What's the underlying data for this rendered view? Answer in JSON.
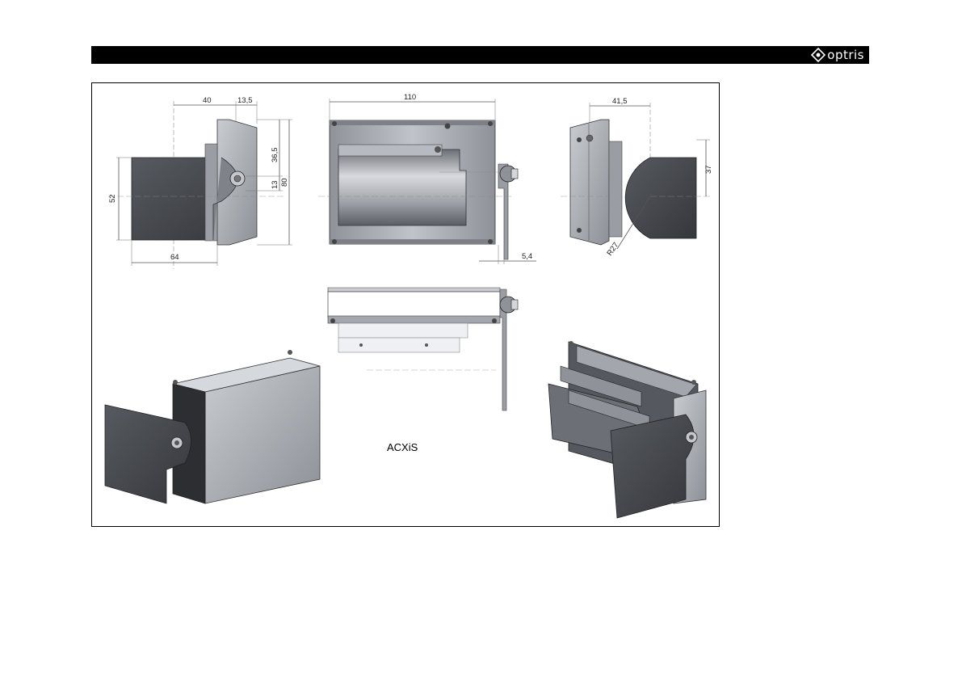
{
  "header": {
    "logo_text": "optris",
    "bar_color": "#000000"
  },
  "drawing": {
    "model_label": "ACXiS",
    "dimensions": {
      "side_width": "40",
      "side_offset": "13,5",
      "side_h1": "36,5",
      "side_h2": "13",
      "side_total_h": "80",
      "shutter_h": "52",
      "shutter_w": "64",
      "front_w": "110",
      "front_gap": "5,4",
      "rear_w": "41,5",
      "rear_h": "37",
      "rear_r": "R27"
    }
  },
  "colors": {
    "housing": "#a3a6ad",
    "shutter": "#3b3d42",
    "line": "#333333"
  }
}
